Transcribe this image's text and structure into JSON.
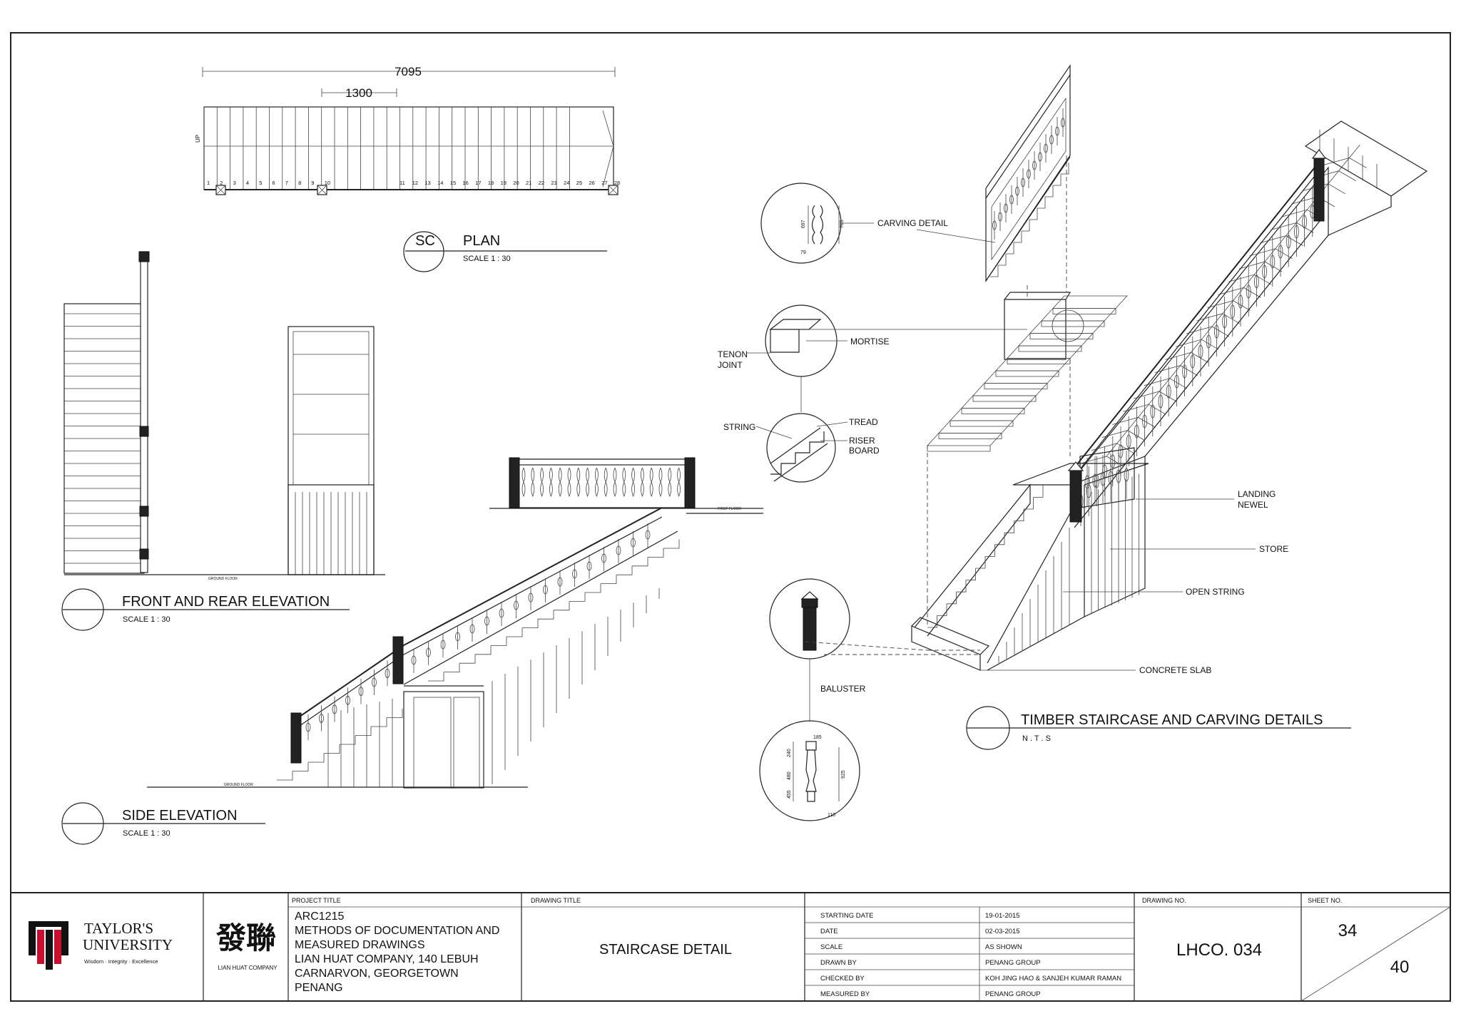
{
  "plan": {
    "dim_total": "7095",
    "dim_tread": "1300",
    "up_label": "UP",
    "step_numbers_a": [
      "1",
      "2",
      "3",
      "4",
      "5",
      "6",
      "7",
      "8",
      "9",
      "10"
    ],
    "step_numbers_b": [
      "11",
      "12",
      "13",
      "14",
      "15",
      "16",
      "17",
      "18",
      "19",
      "20",
      "21",
      "22",
      "23",
      "24",
      "25",
      "26",
      "27",
      "28"
    ],
    "tag": "SC",
    "title": "PLAN",
    "scale": "SCALE 1 : 30"
  },
  "front_elevation": {
    "title": "FRONT AND REAR ELEVATION",
    "scale": "SCALE 1 : 30",
    "ground_label": "GROUND FLOOR"
  },
  "side_elevation": {
    "title": "SIDE ELEVATION",
    "scale": "SCALE 1 : 30",
    "ground_label": "GROUND FLOOR",
    "first_floor_label": "FIRST FLOOR"
  },
  "details": {
    "carving_detail": "CARVING DETAIL",
    "carving_dims": [
      "697",
      "705",
      "79"
    ],
    "mortise": "MORTISE",
    "tenon_joint_1": "TENON",
    "tenon_joint_2": "JOINT",
    "string": "STRING",
    "tread": "TREAD",
    "riser_1": "RISER",
    "riser_2": "BOARD",
    "baluster": "BALUSTER",
    "baluster_dims": [
      "185",
      "240",
      "480",
      "455",
      "925",
      "110"
    ],
    "landing_newel_1": "LANDING",
    "landing_newel_2": "NEWEL",
    "store": "STORE",
    "open_string": "OPEN STRING",
    "concrete_slab": "CONCRETE SLAB"
  },
  "timber": {
    "title": "TIMBER STAIRCASE AND CARVING DETAILS",
    "scale": "N . T . S"
  },
  "title_block": {
    "university_line1": "TAYLOR'S",
    "university_line2": "UNIVERSITY",
    "motto": "Wisdom · Integrity · Excellence",
    "company_logo_text": "發聯",
    "company_caption": "LIAN HUAT COMPANY",
    "project_title_label": "PROJECT TITLE",
    "project_lines": [
      "ARC1215",
      "METHODS OF DOCUMENTATION AND",
      "MEASURED DRAWINGS",
      "LIAN HUAT COMPANY, 140 LEBUH",
      "CARNARVON, GEORGETOWN",
      "PENANG"
    ],
    "drawing_title_label": "DRAWING TITLE",
    "drawing_title": "STAIRCASE DETAIL",
    "info_rows": [
      {
        "label": "STARTING DATE",
        "value": "19-01-2015"
      },
      {
        "label": "DATE",
        "value": "02-03-2015"
      },
      {
        "label": "SCALE",
        "value": "AS SHOWN"
      },
      {
        "label": "DRAWN BY",
        "value": "PENANG GROUP"
      },
      {
        "label": "CHECKED BY",
        "value": "KOH JING HAO & SANJEH KUMAR RAMAN"
      },
      {
        "label": "MEASURED BY",
        "value": "PENANG GROUP"
      }
    ],
    "drawing_no_label": "DRAWING NO.",
    "drawing_no": "LHCO. 034",
    "sheet_no_label": "SHEET NO.",
    "sheet_no": "34",
    "sheet_total": "40"
  }
}
